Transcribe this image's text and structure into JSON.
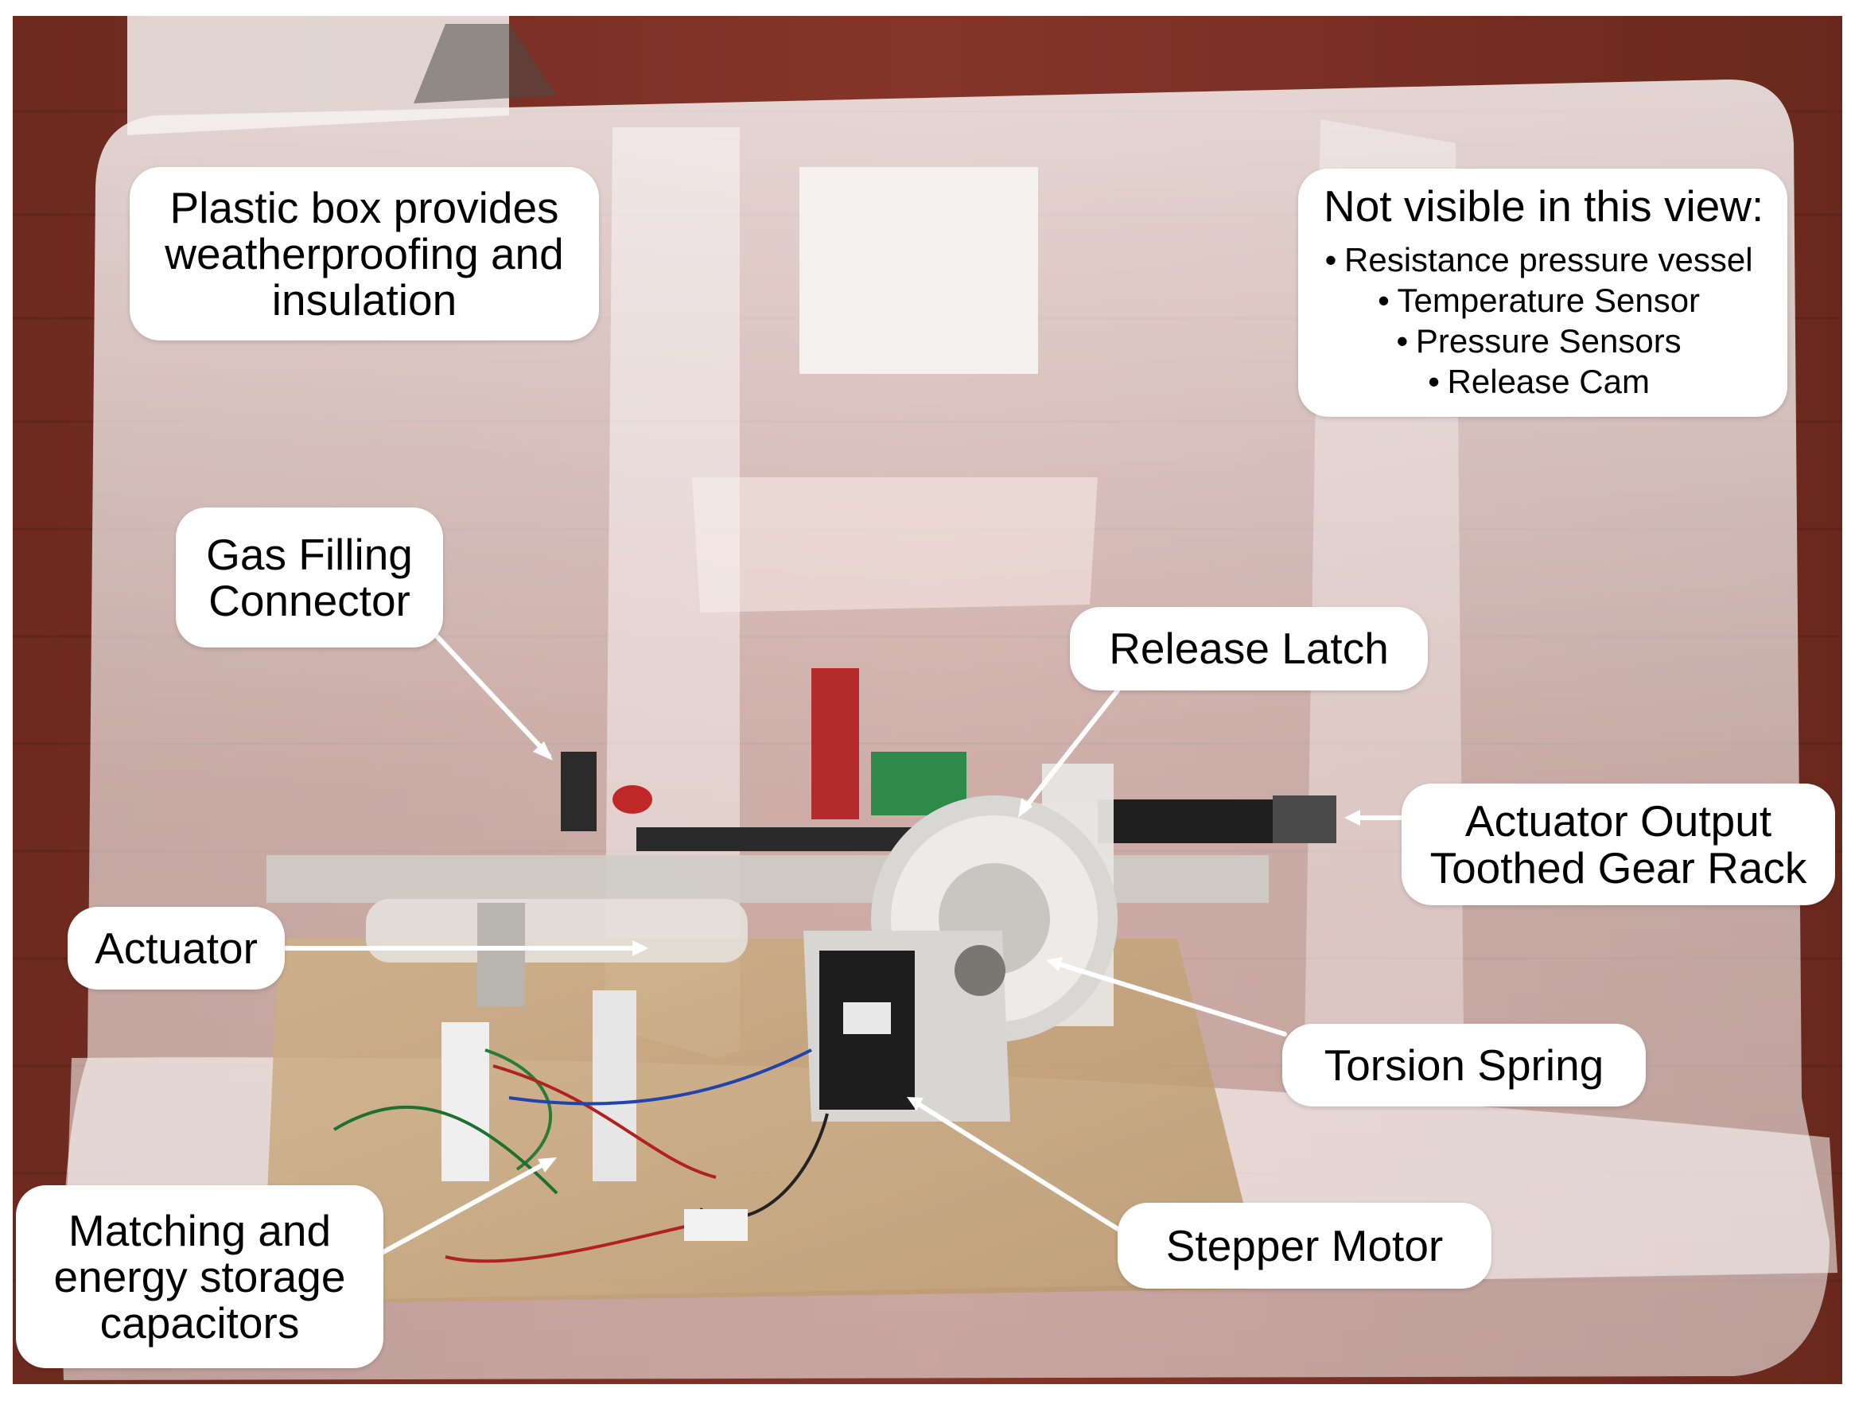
{
  "annotations": {
    "plastic_box": [
      "Plastic box provides",
      "weatherproofing and",
      "insulation"
    ],
    "not_visible": {
      "heading": "Not visible in this view:",
      "items": [
        "Resistance pressure vessel",
        "Temperature Sensor",
        "Pressure Sensors",
        "Release Cam"
      ]
    },
    "gas_filling": [
      "Gas Filling",
      "Connector"
    ],
    "release_latch": [
      "Release Latch"
    ],
    "actuator_output": [
      "Actuator Output",
      "Toothed Gear Rack"
    ],
    "actuator": [
      "Actuator"
    ],
    "torsion_spring": [
      "Torsion Spring"
    ],
    "stepper_motor": [
      "Stepper Motor"
    ],
    "capacitors": [
      "Matching and",
      "energy storage",
      "capacitors"
    ]
  },
  "colors": {
    "callout_fill": "#ffffff",
    "arrow": "#ffffff",
    "shed_wall": "#7a2e22",
    "plywood_base": "#c9ab7e"
  }
}
